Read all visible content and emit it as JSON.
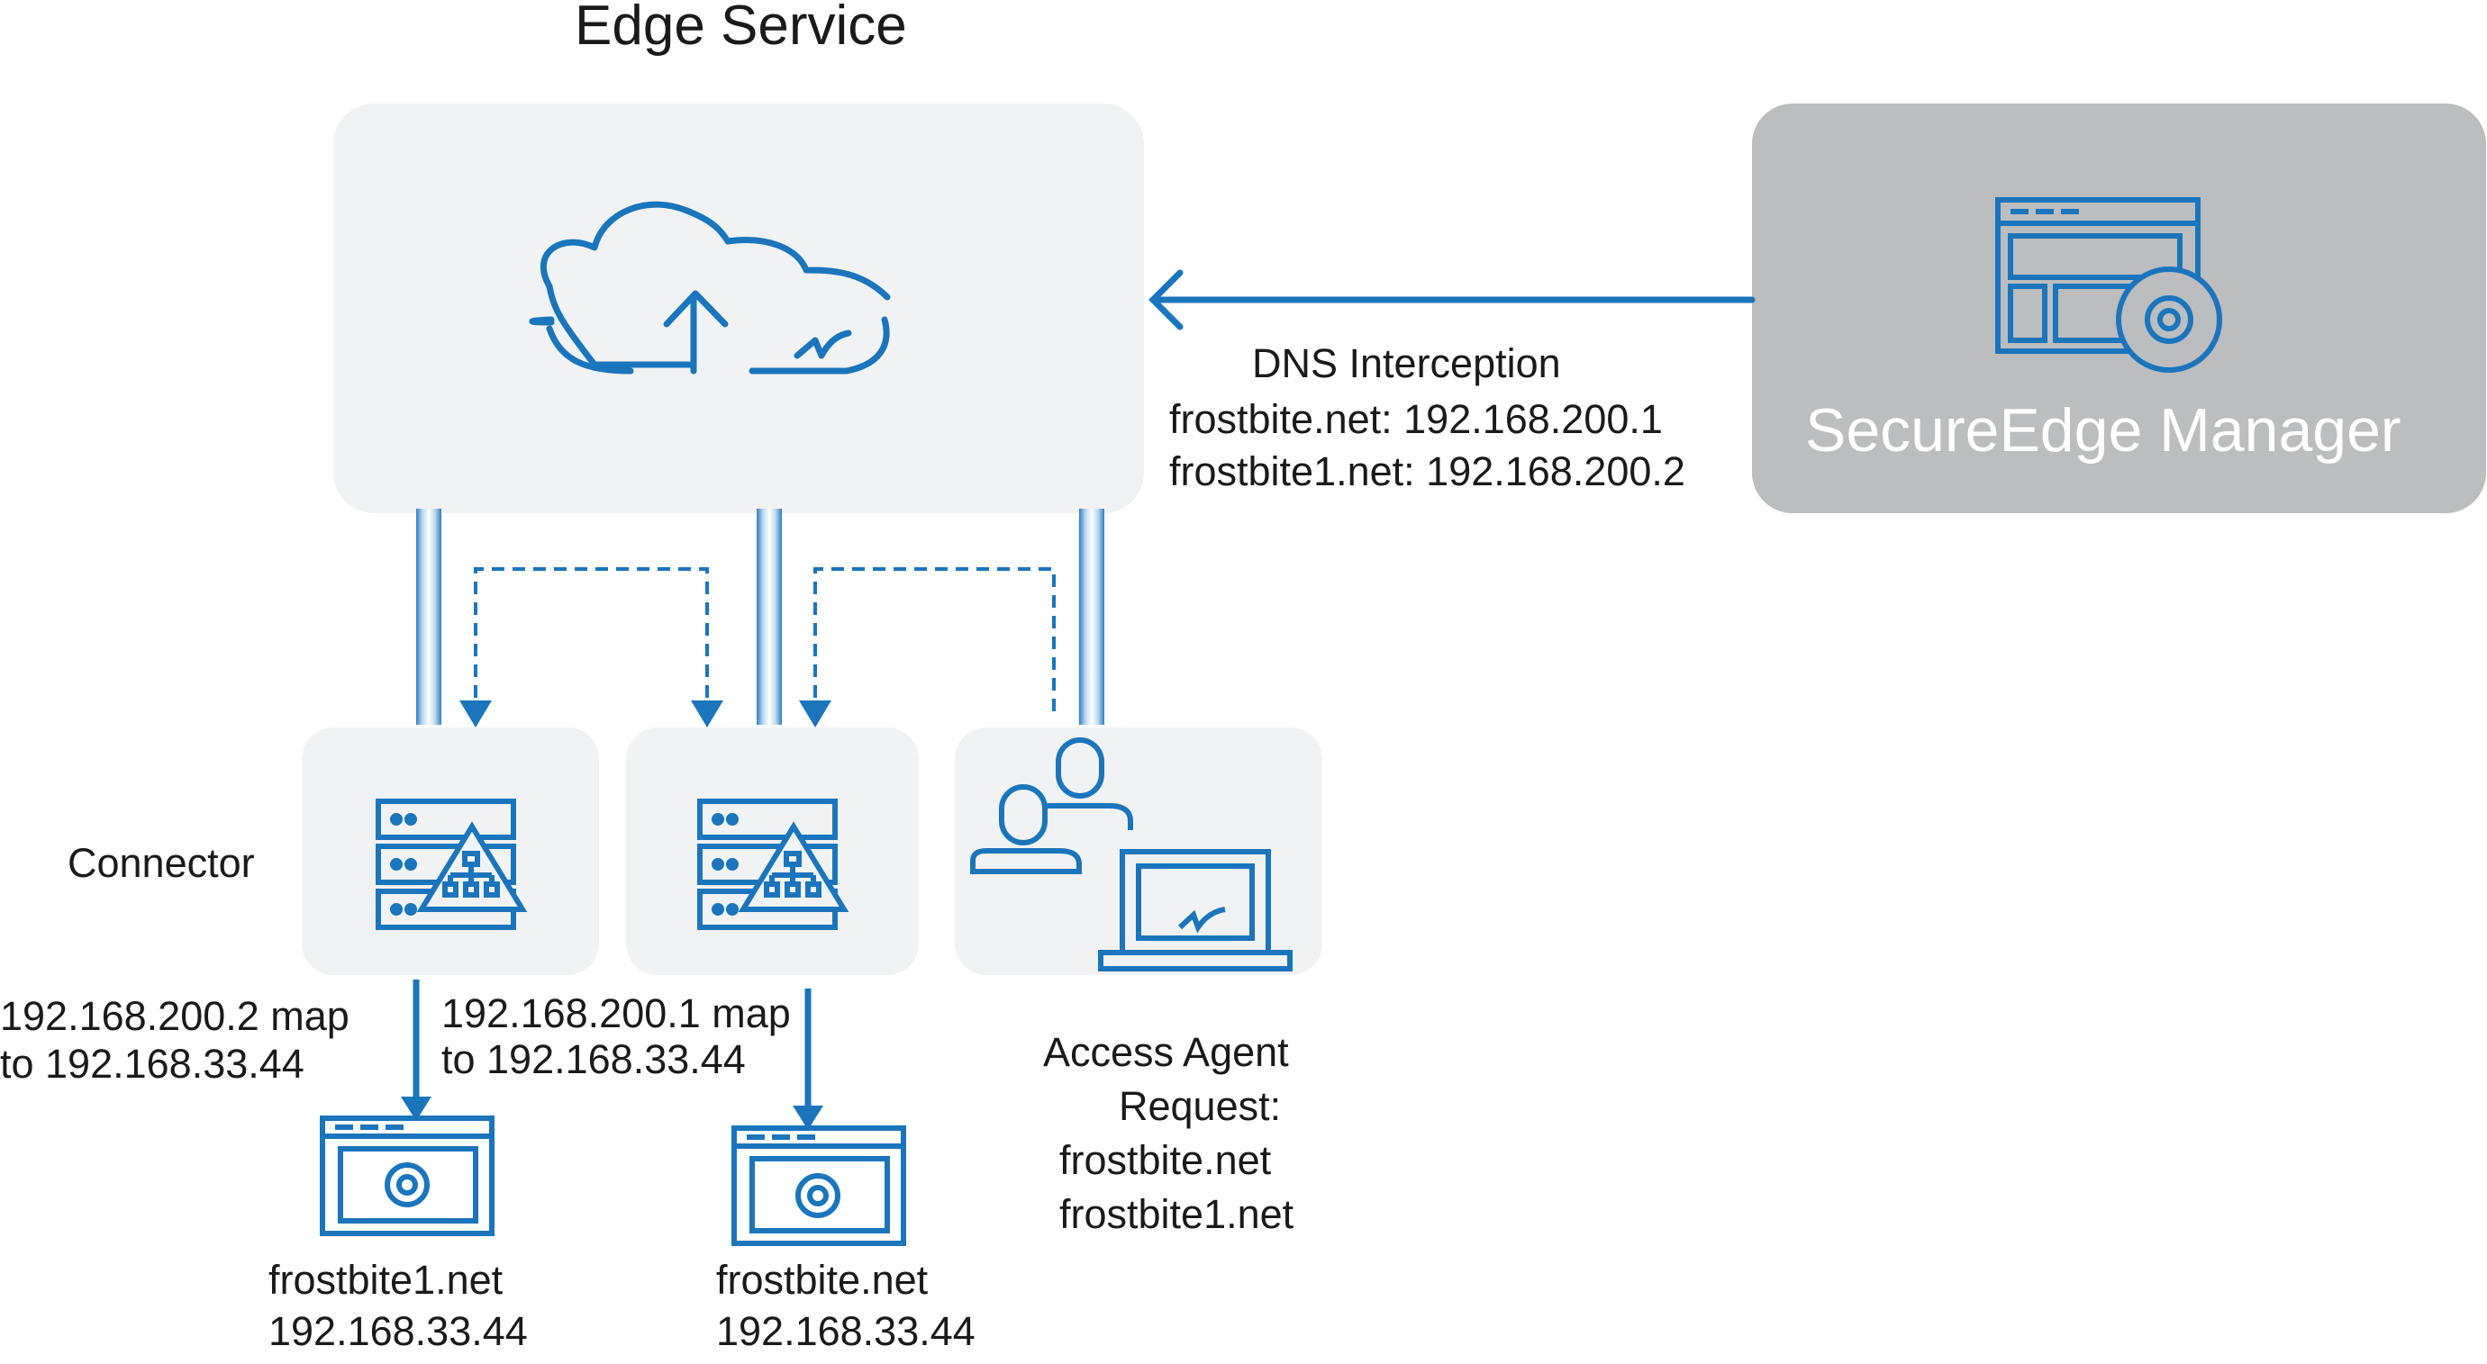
{
  "edge_service": {
    "title": "Edge Service"
  },
  "manager": {
    "label": "SecureEdge Manager",
    "icon": "admin-console-gear-icon"
  },
  "dns_interception": {
    "heading": "DNS Interception",
    "line1": "frostbite.net: 192.168.200.1",
    "line2": "frostbite1.net: 192.168.200.2"
  },
  "connector": {
    "label": "Connector"
  },
  "mappings": {
    "left": {
      "line1": "192.168.200.2 map",
      "line2": "to 192.168.33.44"
    },
    "right": {
      "line1": "192.168.200.1 map",
      "line2": "to 192.168.33.44"
    }
  },
  "access_agent": {
    "line1": "Access Agent",
    "line2": "Request:",
    "line3": "frostbite.net",
    "line4": "frostbite1.net"
  },
  "servers": [
    {
      "name": "frostbite1.net",
      "ip": "192.168.33.44"
    },
    {
      "name": "frostbite.net",
      "ip": "192.168.33.44"
    }
  ],
  "colors": {
    "accent": "#1a75bc",
    "panel": "#f1f2f3",
    "manager_panel": "#bcbdbf",
    "text": "#1a1a1a"
  }
}
